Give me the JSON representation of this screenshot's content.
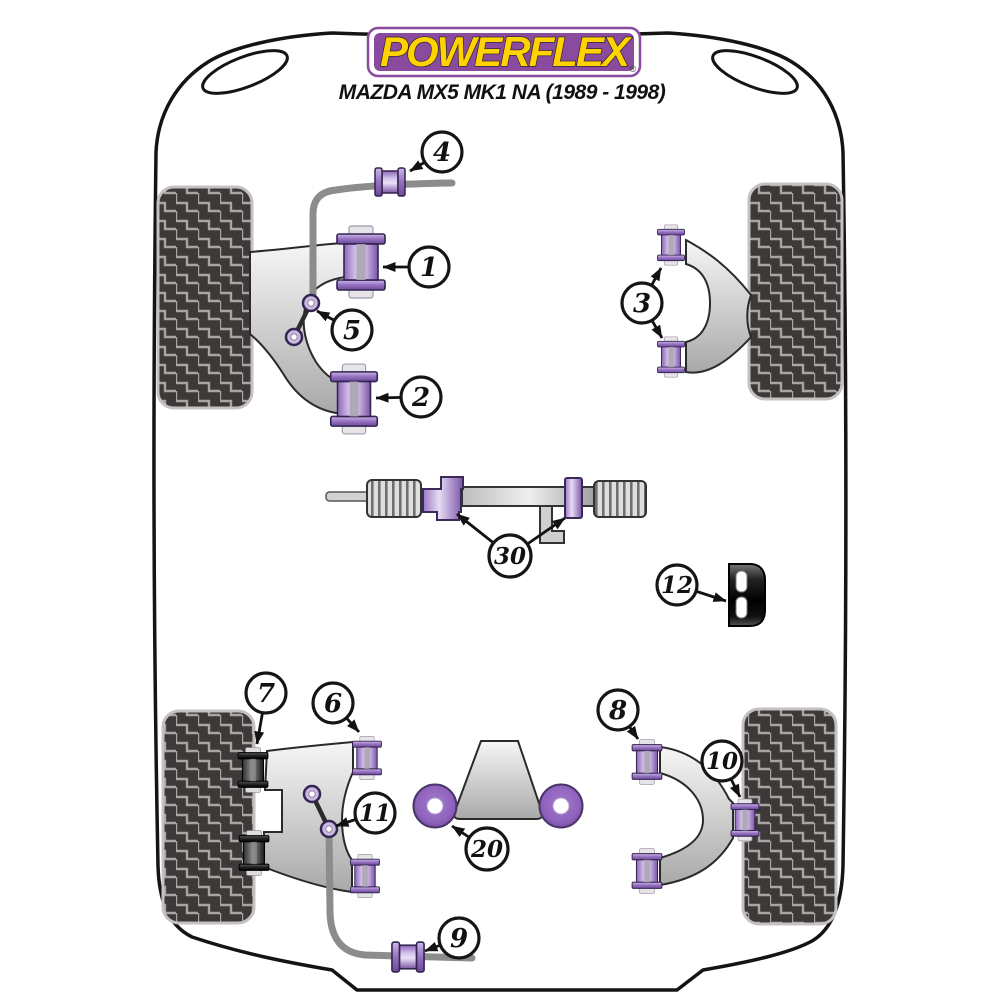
{
  "logo": {
    "brand": "POWERFLEX",
    "registered_mark": "®",
    "bg_color": "#8a4a9e",
    "text_color": "#ffd200"
  },
  "header": {
    "vehicle_title": "MAZDA MX5 MK1 NA (1989 - 1998)"
  },
  "diagram": {
    "callouts": {
      "c1": {
        "label": "1"
      },
      "c2": {
        "label": "2"
      },
      "c3": {
        "label": "3"
      },
      "c4": {
        "label": "4"
      },
      "c5": {
        "label": "5"
      },
      "c6": {
        "label": "6"
      },
      "c7": {
        "label": "7"
      },
      "c8": {
        "label": "8"
      },
      "c9": {
        "label": "9"
      },
      "c10": {
        "label": "10"
      },
      "c11": {
        "label": "11"
      },
      "c12": {
        "label": "12"
      },
      "c20": {
        "label": "20"
      },
      "c30": {
        "label": "30"
      }
    },
    "colors": {
      "bushing_purple": "#8a64b8",
      "bushing_purple_dark": "#32234f",
      "bushing_black": "#1b1b1b",
      "arm_gray": "#d9d9d9",
      "tire_dark": "#3d3939",
      "tire_tread_light": "#aaa4a4",
      "outline_black": "#141414",
      "sway_bar_gray": "#8c8c8c"
    }
  }
}
